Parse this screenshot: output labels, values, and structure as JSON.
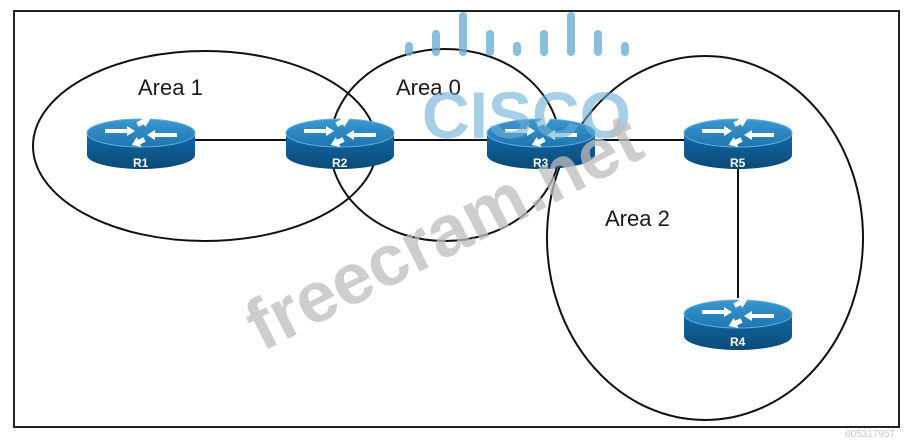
{
  "areas": [
    {
      "id": "area1",
      "label": "Area 1"
    },
    {
      "id": "area0",
      "label": "Area 0"
    },
    {
      "id": "area2",
      "label": "Area 2"
    }
  ],
  "routers": [
    {
      "id": "r1",
      "label": "R1"
    },
    {
      "id": "r2",
      "label": "R2"
    },
    {
      "id": "r3",
      "label": "R3"
    },
    {
      "id": "r5",
      "label": "R5"
    },
    {
      "id": "r4",
      "label": "R4"
    }
  ],
  "links": [
    {
      "from": "R1",
      "to": "R2"
    },
    {
      "from": "R2",
      "to": "R3"
    },
    {
      "from": "R3",
      "to": "R5"
    },
    {
      "from": "R5",
      "to": "R4"
    }
  ],
  "watermark": {
    "text": "freecram.net",
    "logo": "CISCO",
    "corner_id": "605317957"
  },
  "colors": {
    "router_top": "#2a83be",
    "router_side": "#0e5a8f",
    "outline": "#111111",
    "watermark_blue": "#6baed6"
  }
}
